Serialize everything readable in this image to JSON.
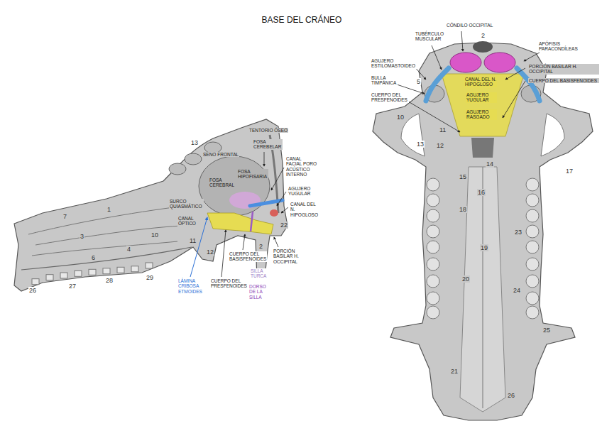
{
  "diagram": {
    "title": "BASE DEL CRÁNEO",
    "labels": [
      "13",
      "SENO FRONTAL",
      "TENTORIO ÓSEO",
      "FOSA CEREBELAR",
      "FOSA CEREBRAL",
      "FOSA HIPOFISARIA",
      "CANAL FACIAL PORO ACÚSTICO INTERNO",
      "AGUJERO YUGULAR",
      "CANAL DEL N. HIPOGLOSO",
      "22",
      "SURCO QUIASMÁTICO",
      "CANAL ÓPTICO",
      "7",
      "1",
      "3",
      "4",
      "10",
      "11",
      "12",
      "6",
      "2",
      "26",
      "27",
      "28",
      "29",
      "LÁMINA CRIBOSA ETMOIDES",
      "CUERPO DEL PRESFENOIDES",
      "CUERPO DEL BASISFENOIDES",
      "PORCIÓN BASILAR H. OCCIPITAL",
      "SILLA TURCA",
      "DORSO DE LA SILLA",
      "TUBÉRCULO MUSCULAR",
      "CÓNDILO OCCIPITAL",
      "2",
      "APÓFISIS PARACONDÍLEAS",
      "PORCIÓN BASILAR H. OCCIPITAL",
      "CUERPO DEL BASISFENOIDES",
      "AGUJERO ESTILOMASTOIDEO",
      "BULLA TIMPÁNICA",
      "5",
      "CUERPO DEL PRESFENOIDES",
      "CANAL DEL N. HIPOGLOSO",
      "AGUJERO YUGULAR",
      "AGUJERO RASGADO",
      "10",
      "11",
      "12",
      "13",
      "14",
      "15",
      "16",
      "17",
      "18",
      "19",
      "20",
      "21",
      "23",
      "24",
      "25",
      "26"
    ]
  }
}
